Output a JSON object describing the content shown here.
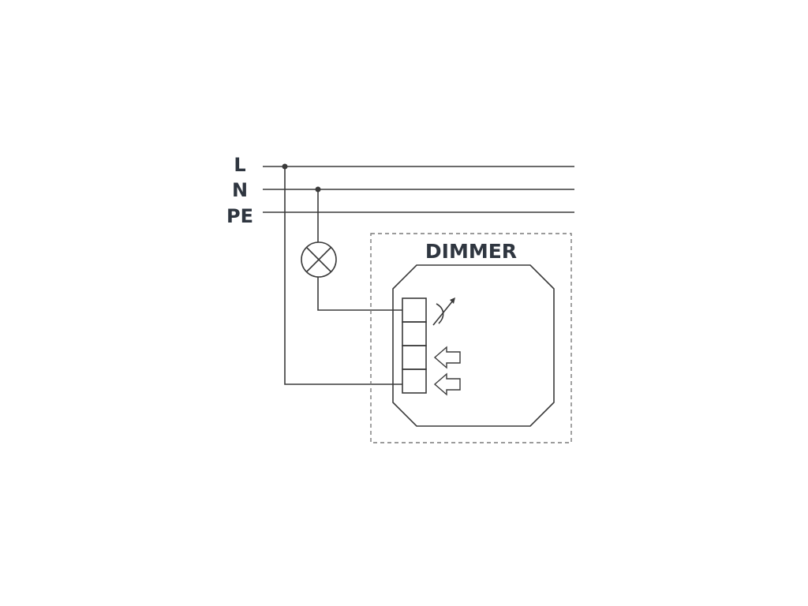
{
  "bus_labels": {
    "line": "L",
    "neutral": "N",
    "protective_earth": "PE"
  },
  "device": {
    "title": "DIMMER"
  },
  "icons": {
    "lamp": "lamp-icon",
    "dimmer_symbol": "variable-adjust-icon",
    "input_arrows": "input-arrow-icon"
  },
  "colors": {
    "lines": "#3a3a3a",
    "text": "#2f3640",
    "dashed_boundary": "#7a7a7a",
    "background": "#ffffff"
  }
}
